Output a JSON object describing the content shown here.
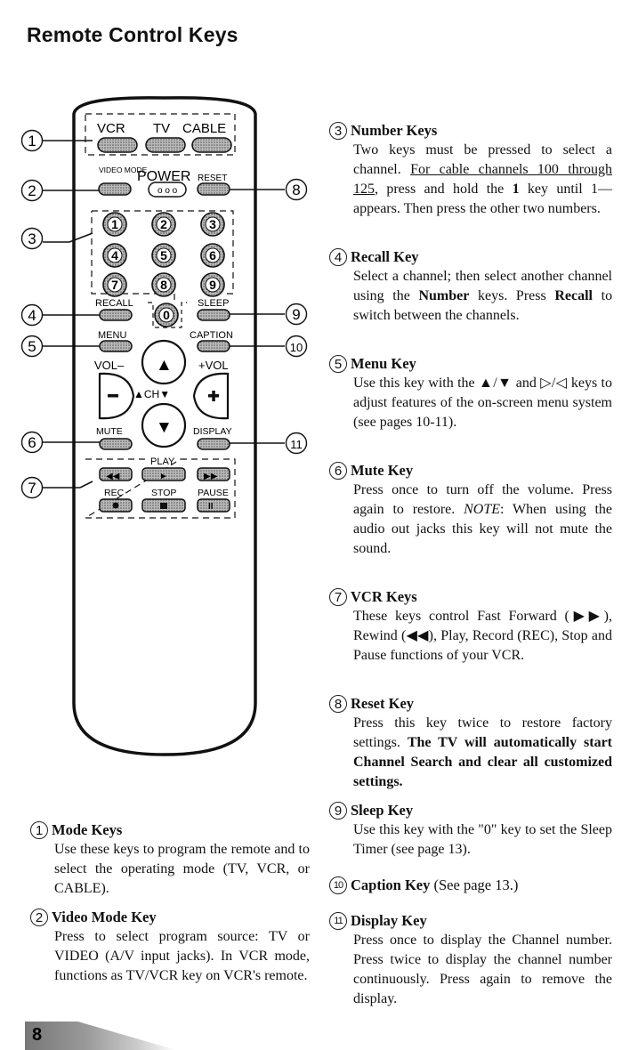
{
  "page": {
    "title": "Remote Control Keys",
    "number": "8"
  },
  "remote": {
    "mode_keys": [
      "VCR",
      "TV",
      "CABLE"
    ],
    "video_mode_label": "VIDEO MODE",
    "power_label": "POWER",
    "reset_label": "RESET",
    "digits": [
      "1",
      "2",
      "3",
      "4",
      "5",
      "6",
      "7",
      "8",
      "9",
      "0"
    ],
    "recall_label": "RECALL",
    "sleep_label": "SLEEP",
    "menu_label": "MENU",
    "caption_label": "CAPTION",
    "vol_minus_label": "VOL–",
    "vol_plus_label": "+VOL",
    "ch_label": "▲CH▼",
    "mute_label": "MUTE",
    "display_label": "DISPLAY",
    "play_label": "PLAY",
    "rec_label": "REC",
    "stop_label": "STOP",
    "pause_label": "PAUSE",
    "callouts": [
      "1",
      "2",
      "3",
      "4",
      "5",
      "6",
      "7",
      "8",
      "9",
      "10",
      "11"
    ]
  },
  "sections": {
    "s1": {
      "num": "1",
      "title": "Mode Keys",
      "body": "Use these keys to program the remote and to select the operating mode (TV, VCR, or CABLE)."
    },
    "s2": {
      "num": "2",
      "title": "Video Mode Key",
      "body": "Press to select program source: TV or VIDEO (A/V input jacks). In VCR mode, functions as TV/VCR key on VCR's remote."
    },
    "s3": {
      "num": "3",
      "title": "Number Keys",
      "body_a": "Two keys must be pressed to select a channel.",
      "body_b": "For cable channels 100 through 125",
      "body_c": ", press and hold the",
      "body_d": "1",
      "body_e": "key until 1–– appears. Then press the other two numbers."
    },
    "s4": {
      "num": "4",
      "title": "Recall Key",
      "body_a": "Select a channel; then select another channel using the",
      "body_b": "Number",
      "body_c": "keys. Press",
      "body_d": "Recall",
      "body_e": "to switch between the channels."
    },
    "s5": {
      "num": "5",
      "title": "Menu Key",
      "body": "Use this key with the ▲/▼ and ▷/◁ keys to adjust features of the on-screen menu system (see pages 10-11)."
    },
    "s6": {
      "num": "6",
      "title": "Mute Key",
      "body": "Press once to turn off the volume. Press again to restore.",
      "note_label": "NOTE",
      "note": ": When using the audio out jacks this key will not mute the sound."
    },
    "s7": {
      "num": "7",
      "title": "VCR Keys",
      "body": "These keys control Fast Forward (▶▶), Rewind (◀◀), Play, Record (REC), Stop and Pause functions of your VCR."
    },
    "s8": {
      "num": "8",
      "title": "Reset Key",
      "body": "Press this key twice to restore factory settings.",
      "bold": "The TV will automatically start Channel Search and clear all customized settings."
    },
    "s9": {
      "num": "9",
      "title": "Sleep Key",
      "body": "Use this key with the \"0\" key to set the Sleep Timer (see page 13)."
    },
    "s10": {
      "num": "10",
      "title": "Caption Key",
      "body": "(See page 13.)"
    },
    "s11": {
      "num": "11",
      "title": "Display Key",
      "body": "Press once to display the Channel number. Press twice to display the channel number continuously. Press again to remove the display."
    }
  }
}
